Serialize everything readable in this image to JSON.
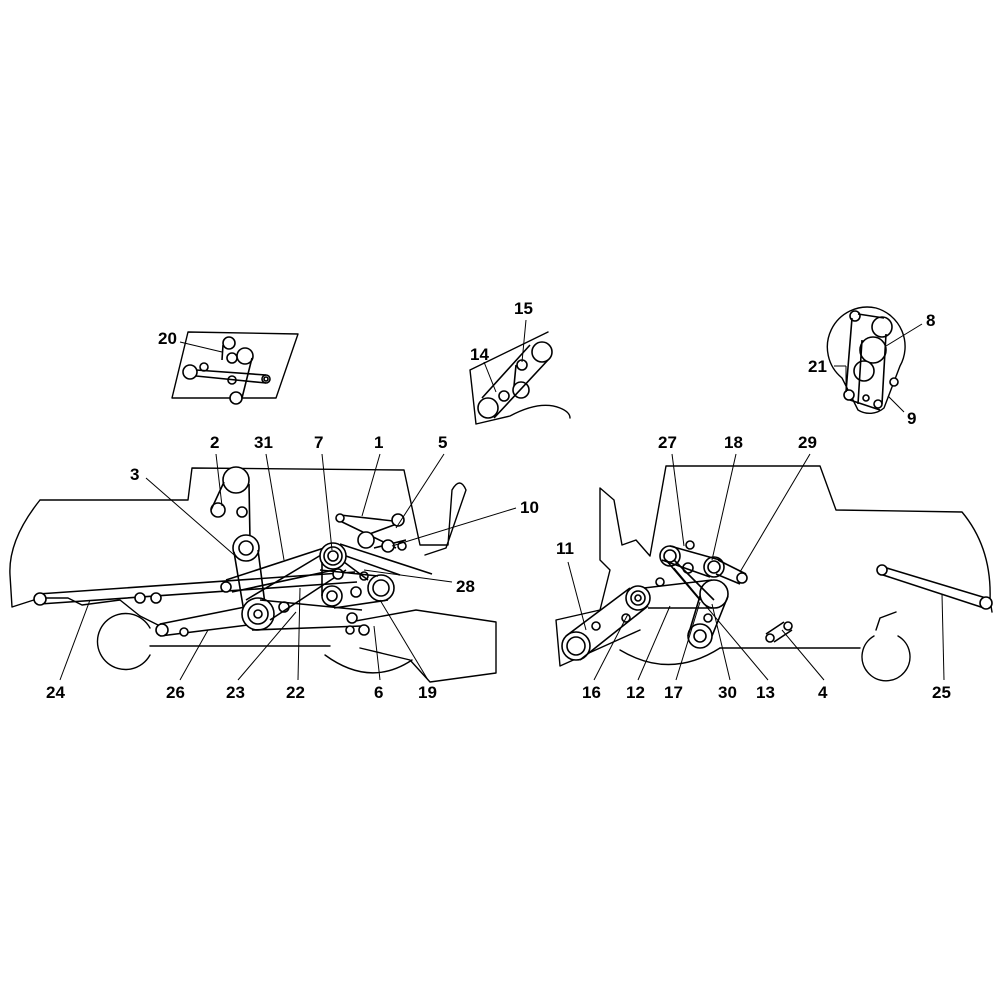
{
  "callouts": [
    {
      "id": "c20",
      "text": "20"
    },
    {
      "id": "c15",
      "text": "15"
    },
    {
      "id": "c14",
      "text": "14"
    },
    {
      "id": "c8",
      "text": "8"
    },
    {
      "id": "c21",
      "text": "21"
    },
    {
      "id": "c9",
      "text": "9"
    },
    {
      "id": "c2",
      "text": "2"
    },
    {
      "id": "c31",
      "text": "31"
    },
    {
      "id": "c7",
      "text": "7"
    },
    {
      "id": "c1",
      "text": "1"
    },
    {
      "id": "c5",
      "text": "5"
    },
    {
      "id": "c3",
      "text": "3"
    },
    {
      "id": "c10",
      "text": "10"
    },
    {
      "id": "c28",
      "text": "28"
    },
    {
      "id": "c24",
      "text": "24"
    },
    {
      "id": "c26",
      "text": "26"
    },
    {
      "id": "c23",
      "text": "23"
    },
    {
      "id": "c22",
      "text": "22"
    },
    {
      "id": "c6",
      "text": "6"
    },
    {
      "id": "c19",
      "text": "19"
    },
    {
      "id": "c27",
      "text": "27"
    },
    {
      "id": "c18",
      "text": "18"
    },
    {
      "id": "c29",
      "text": "29"
    },
    {
      "id": "c11",
      "text": "11"
    },
    {
      "id": "c16",
      "text": "16"
    },
    {
      "id": "c12",
      "text": "12"
    },
    {
      "id": "c17",
      "text": "17"
    },
    {
      "id": "c30",
      "text": "30"
    },
    {
      "id": "c13",
      "text": "13"
    },
    {
      "id": "c4",
      "text": "4"
    },
    {
      "id": "c25",
      "text": "25"
    }
  ]
}
